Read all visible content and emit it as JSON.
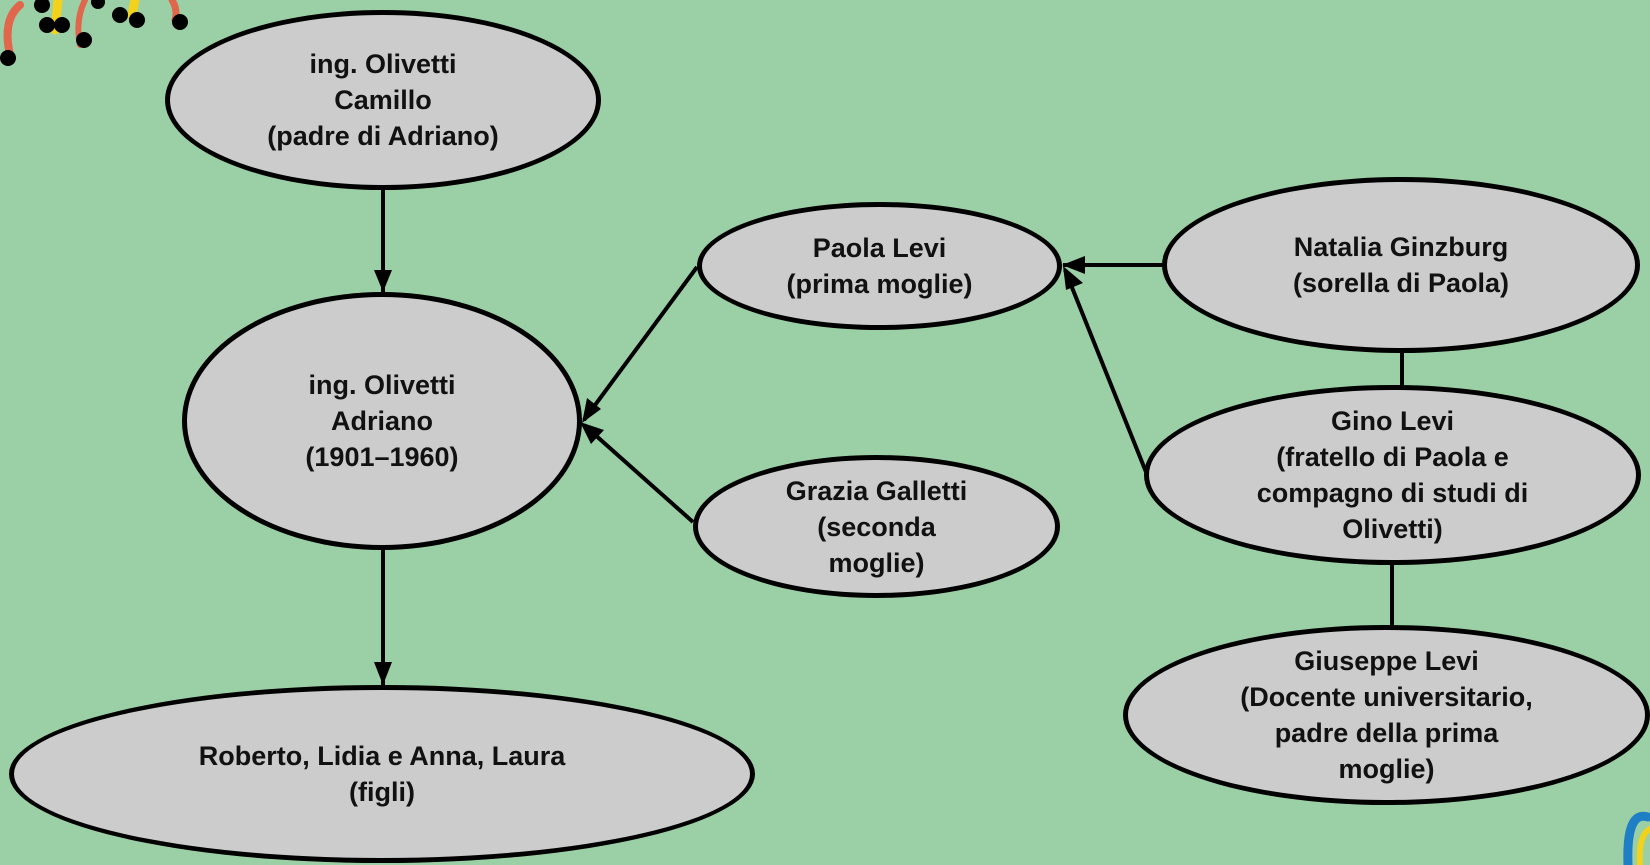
{
  "colors": {
    "background": "#9bd0a6",
    "node_fill": "#cccccc",
    "stroke": "#000000",
    "deco_orange": "#e0664c",
    "deco_yellow": "#f2d21b",
    "deco_blue": "#1f7fc4"
  },
  "nodes": {
    "camillo": {
      "lines": "ing. Olivetti\nCamillo\n(padre di Adriano)"
    },
    "adriano": {
      "lines": "ing. Olivetti\nAdriano\n(1901–1960)"
    },
    "figli": {
      "lines": "Roberto, Lidia e Anna, Laura\n(figli)"
    },
    "paola": {
      "lines": "Paola Levi\n(prima moglie)"
    },
    "grazia": {
      "lines": "Grazia Galletti\n(seconda\nmoglie)"
    },
    "natalia": {
      "lines": "Natalia Ginzburg\n(sorella di Paola)"
    },
    "gino": {
      "lines": "Gino Levi\n(fratello di Paola e\ncompagno di studi di\nOlivetti)"
    },
    "giuseppe": {
      "lines": "Giuseppe Levi\n(Docente universitario,\npadre della prima\nmoglie)"
    }
  },
  "edges": [
    {
      "from": "camillo",
      "to": "adriano",
      "arrow": true
    },
    {
      "from": "adriano",
      "to": "figli",
      "arrow": true
    },
    {
      "from": "paola",
      "to": "adriano",
      "arrow": true
    },
    {
      "from": "grazia",
      "to": "adriano",
      "arrow": true
    },
    {
      "from": "natalia",
      "to": "paola",
      "arrow": true
    },
    {
      "from": "gino",
      "to": "paola",
      "arrow": true
    },
    {
      "from": "natalia",
      "to": "gino",
      "arrow": false
    },
    {
      "from": "gino",
      "to": "giuseppe",
      "arrow": false
    }
  ]
}
